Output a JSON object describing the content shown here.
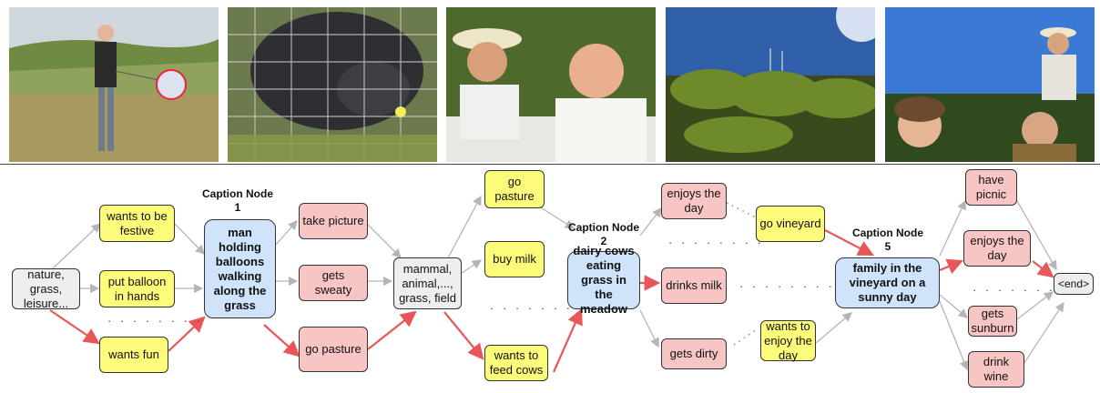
{
  "photos": [
    {
      "name": "photo-person-balloon"
    },
    {
      "name": "photo-pig-fence"
    },
    {
      "name": "photo-two-men"
    },
    {
      "name": "photo-vineyard"
    },
    {
      "name": "photo-people-field"
    }
  ],
  "nodes": {
    "start": "nature, grass, leisure...",
    "wants_festive": "wants to be festive",
    "put_balloon": "put balloon in hands",
    "wants_fun": "wants fun",
    "caption1_label": "Caption Node 1",
    "caption1": "man holding balloons walking along the grass",
    "take_picture": "take picture",
    "gets_sweaty": "gets sweaty",
    "go_pasture_1": "go pasture",
    "mammal": "mammal, animal,..., grass, field",
    "go_pasture_2": "go pasture",
    "buy_milk": "buy milk",
    "feed_cows": "wants to feed cows",
    "caption2_label": "Caption Node 2",
    "caption2": "dairy cows eating grass in the meadow",
    "enjoys_day_1": "enjoys the day",
    "drinks_milk": "drinks milk",
    "gets_dirty": "gets dirty",
    "go_vineyard": "go vineyard",
    "enjoy_day_2": "wants to enjoy the day",
    "caption5_label": "Caption Node 5",
    "caption5": "family in the vineyard on a sunny day",
    "have_picnic": "have picnic",
    "enjoys_day_3": "enjoys the day",
    "sunburn": "gets sunburn",
    "drink_wine": "drink wine",
    "end": "<end>"
  },
  "dots": {
    "d1": "· · · · · · · ·",
    "d2": "· · · · · · · ·",
    "d3": "· · · · · · · ·",
    "d4": "· · · · · · · · · · · ·",
    "d5": "· · · · · · · ·"
  },
  "colors": {
    "yellow": "#fdfb7a",
    "pink": "#f8c5c5",
    "gray": "#eeeeee",
    "blue": "#cfe4fb",
    "arrow_red": "#e8565a",
    "arrow_gray": "#b5b5b5"
  }
}
